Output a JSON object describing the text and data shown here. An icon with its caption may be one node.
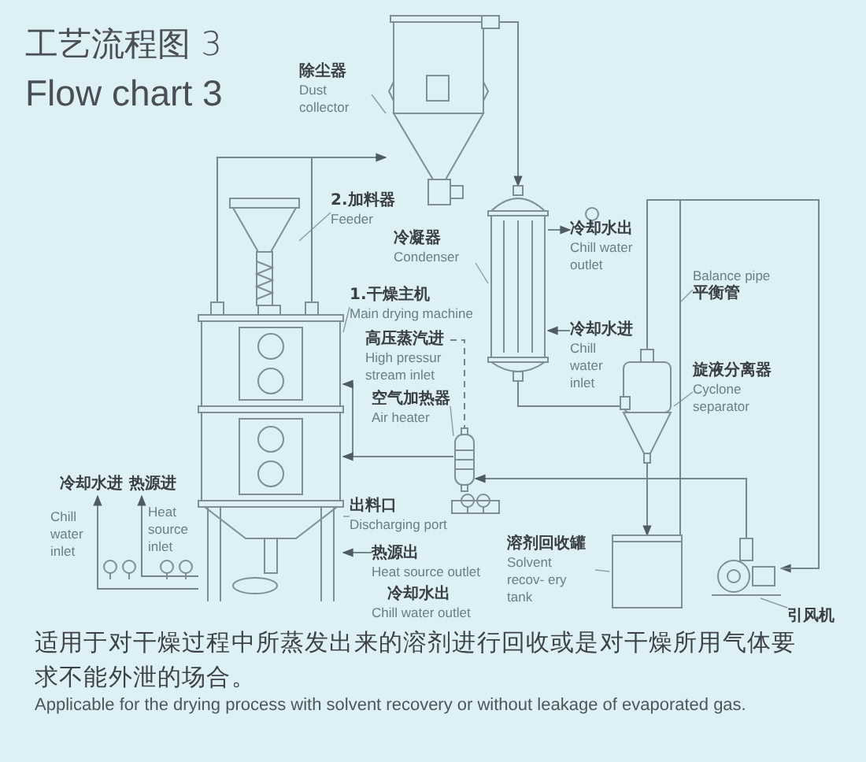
{
  "diagram": {
    "title": "工艺流程图 3",
    "caption": "适用于对干燥过程中所蒸发出来的溶剂进行回收或是对干燥所用气体要求不能外泄的场合。",
    "nodes": [
      {
        "text": [
          "除尘器",
          "Dust collector"
        ]
      },
      {
        "text": [],
        "shape": "picture"
      },
      {
        "text": [
          "2.加料器",
          "Feeder"
        ]
      },
      {
        "text": [],
        "shape": "picture"
      },
      {
        "text": [
          "冷凝器",
          "Condenser"
        ]
      },
      {
        "text": [
          "1.干燥主机",
          "Main drying machine"
        ]
      },
      {
        "text": [],
        "shape": "picture"
      },
      {
        "text": [],
        "shape": "picture"
      },
      {
        "text": [
          "空气加热器",
          "Air heater"
        ]
      },
      {
        "text": [],
        "shape": "picture"
      },
      {
        "text": [
          "Balance pipe",
          "平衡管"
        ]
      },
      {
        "text": [
          "旋液分离器",
          "Cyclone separator"
        ]
      },
      {
        "text": [],
        "shape": "picture"
      },
      {
        "text": [
          "出料口",
          "Discharging port"
        ]
      },
      {
        "text": [
          "溶剂回收罐",
          "Solvent recov- ery tank"
        ]
      },
      {
        "text": [],
        "shape": "picture"
      },
      {
        "text": [],
        "shape": "picture"
      },
      {
        "text": [
          "引风机"
        ]
      },
      {
        "text": [
          "高压蒸汽进",
          "High pressur stream inlet"
        ]
      },
      {
        "text": [
          "冷却水出",
          "Chill water outlet"
        ]
      },
      {
        "text": [
          "冷却水进",
          "Chill water inlet"
        ]
      },
      {
        "text": [
          "冷却水进"
        ],
        "beside": [
          "Chill water inlet"
        ]
      },
      {
        "text": [
          "热源进"
        ]
      },
      {
        "text": [
          "热源出",
          "Heat source outlet"
        ]
      }
    ],
    "edges": [
      {
        "from": 0,
        "to": 1,
        "arrow": "none"
      },
      {
        "from": 2,
        "to": 3,
        "arrow": "none"
      },
      {
        "from": 4,
        "to": 7,
        "arrow": "none"
      },
      {
        "from": 5,
        "to": 6,
        "arrow": "none"
      },
      {
        "from": 8,
        "to": 9,
        "arrow": "none"
      },
      {
        "from": 10,
        "to": null,
        "arrow": "none"
      },
      {
        "from": 11,
        "to": 12,
        "arrow": "none"
      },
      {
        "from": 13,
        "to": 6,
        "arrow": "none"
      },
      {
        "from": 14,
        "to": 15,
        "arrow": "none"
      },
      {
        "from": 17,
        "to": 16,
        "arrow": "none"
      },
      {
        "from": 6,
        "to": 1,
        "arrow": "to"
      },
      {
        "from": 1,
        "to": 7,
        "arrow": "to"
      },
      {
        "from": 7,
        "to": 12,
        "arrow": "none"
      },
      {
        "from": 12,
        "to": 15,
        "arrow": "to"
      },
      {
        "from": 12,
        "to": 16,
        "arrow": "to"
      },
      {
        "from": 16,
        "to": 9,
        "arrow": "to"
      },
      {
        "from": 9,
        "to": 6,
        "arrow": "to"
      },
      {
        "from": 6,
        "to": 21,
        "arrow": "to"
      },
      {
        "from": 6,
        "to": 22,
        "arrow": "to"
      },
      {
        "from": 23,
        "to": 6,
        "arrow": "to"
      },
      {
        "from": 7,
        "to": 19,
        "arrow": "to"
      },
      {
        "from": 20,
        "to": 7,
        "arrow": "to"
      },
      {
        "from": 18,
        "to": 9,
        "arrow": "none",
        "style": "dashed"
      },
      {
        "from": 15,
        "to": 16,
        "arrow": "none"
      }
    ],
    "labels": [
      "Flow chart 3",
      "Heat source inlet",
      "冷却水出",
      "Chill water outlet",
      "Applicable for the drying process with solvent recovery or without leakage of evaporated gas."
    ]
  }
}
